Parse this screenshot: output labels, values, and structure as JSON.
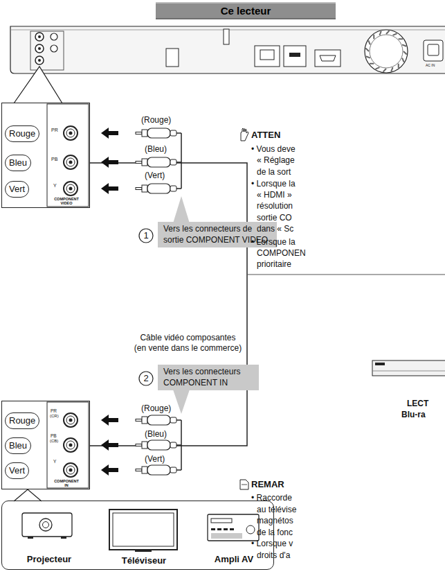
{
  "diagram": {
    "title": "Ce lecteur",
    "nodes": [
      {
        "text": [
          "COMPONENT VIDEO"
        ]
      },
      {
        "text": [
          "Rouge"
        ],
        "in": 0
      },
      {
        "text": [
          "Bleu"
        ],
        "in": 0
      },
      {
        "text": [
          "Vert"
        ],
        "in": 0
      },
      {
        "text": [
          "Vers les connecteurs de sortie COMPONENT VIDEO"
        ]
      },
      {
        "text": [
          "Vers les connecteurs COMPONENT IN"
        ]
      },
      {
        "text": [
          "COMPONENT IN"
        ]
      },
      {
        "text": [
          "Rouge"
        ],
        "in": 6
      },
      {
        "text": [
          "Bleu"
        ],
        "in": 6
      },
      {
        "text": [
          "Vert"
        ],
        "in": 6
      },
      {
        "text": [
          "Projecteur",
          "Téléviseur",
          "Ampli AV"
        ]
      }
    ],
    "edges": [
      {
        "from": 0,
        "to": 6,
        "label": "Câble vidéo composantes (en vente dans le commerce)",
        "arrow": "none"
      }
    ],
    "labels": [
      "PR",
      "PB",
      "Y",
      "(Rouge)",
      "(Bleu)",
      "(Vert)",
      "1",
      "2",
      "(Rouge)",
      "(Bleu)",
      "(Vert)",
      "PR",
      "(CR)",
      "PB",
      "(CB)",
      "Y",
      "ATTEN",
      "• Vous deve",
      "« Réglage",
      "de la sort",
      "• Lorsque la",
      "« HDMI »",
      "résolution",
      "sortie CO",
      "dans « Sc",
      "• Lorsque la",
      "COMPONEN",
      "prioritaire",
      "LECT",
      "Blu-ra",
      "REMAR",
      "• Raccorde",
      "au télévise",
      "magnétos",
      "de la fonc",
      "• Lorsque v",
      "droits d'a",
      "AC IN"
    ]
  }
}
